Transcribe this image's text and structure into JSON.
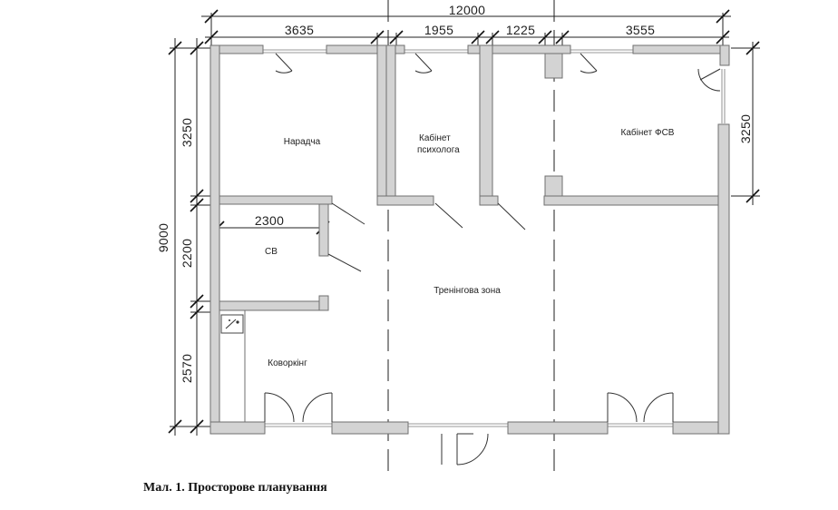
{
  "dimensions": {
    "overall_width": "12000",
    "seg_1": "3635",
    "seg_2": "1955",
    "seg_3": "1225",
    "seg_4": "3555",
    "overall_height": "9000",
    "left_1": "3250",
    "left_2": "2200",
    "left_3": "2570",
    "right_1": "3250",
    "sv_width": "2300"
  },
  "rooms": {
    "naradcha": "Нарадча",
    "psych_line1": "Кабінет",
    "psych_line2": "психолога",
    "fsv": "Кабінет ФСВ",
    "sv": "СВ",
    "training": "Тренінгова зона",
    "coworking": "Коворкінг"
  },
  "caption": "Мал. 1. Просторове планування"
}
